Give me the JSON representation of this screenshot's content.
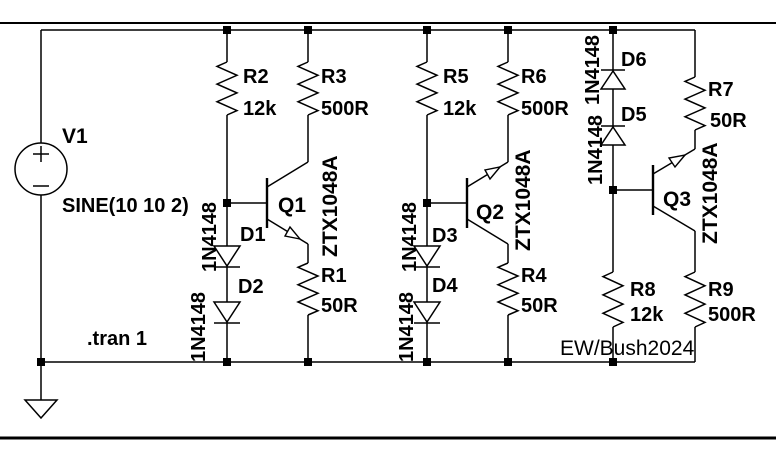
{
  "colors": {
    "background": "#ffffff",
    "ink": "#000000"
  },
  "directive": ".tran 1",
  "annotation": "EW/Bush2024",
  "source": {
    "ref": "V1",
    "value": "SINE(10 10 2)"
  },
  "resistors": [
    {
      "ref": "R2",
      "value": "12k"
    },
    {
      "ref": "R3",
      "value": "500R"
    },
    {
      "ref": "R5",
      "value": "12k"
    },
    {
      "ref": "R6",
      "value": "500R"
    },
    {
      "ref": "R7",
      "value": "50R"
    },
    {
      "ref": "R1",
      "value": "50R"
    },
    {
      "ref": "R4",
      "value": "50R"
    },
    {
      "ref": "R8",
      "value": "12k"
    },
    {
      "ref": "R9",
      "value": "500R"
    }
  ],
  "diodes": [
    {
      "ref": "D1",
      "value": "1N4148"
    },
    {
      "ref": "D2",
      "value": "1N4148"
    },
    {
      "ref": "D3",
      "value": "1N4148"
    },
    {
      "ref": "D4",
      "value": "1N4148"
    },
    {
      "ref": "D5",
      "value": "1N4148"
    },
    {
      "ref": "D6",
      "value": "1N4148"
    }
  ],
  "transistors": [
    {
      "ref": "Q1",
      "value": "ZTX1048A"
    },
    {
      "ref": "Q2",
      "value": "ZTX1048A"
    },
    {
      "ref": "Q3",
      "value": "ZTX1048A"
    }
  ]
}
